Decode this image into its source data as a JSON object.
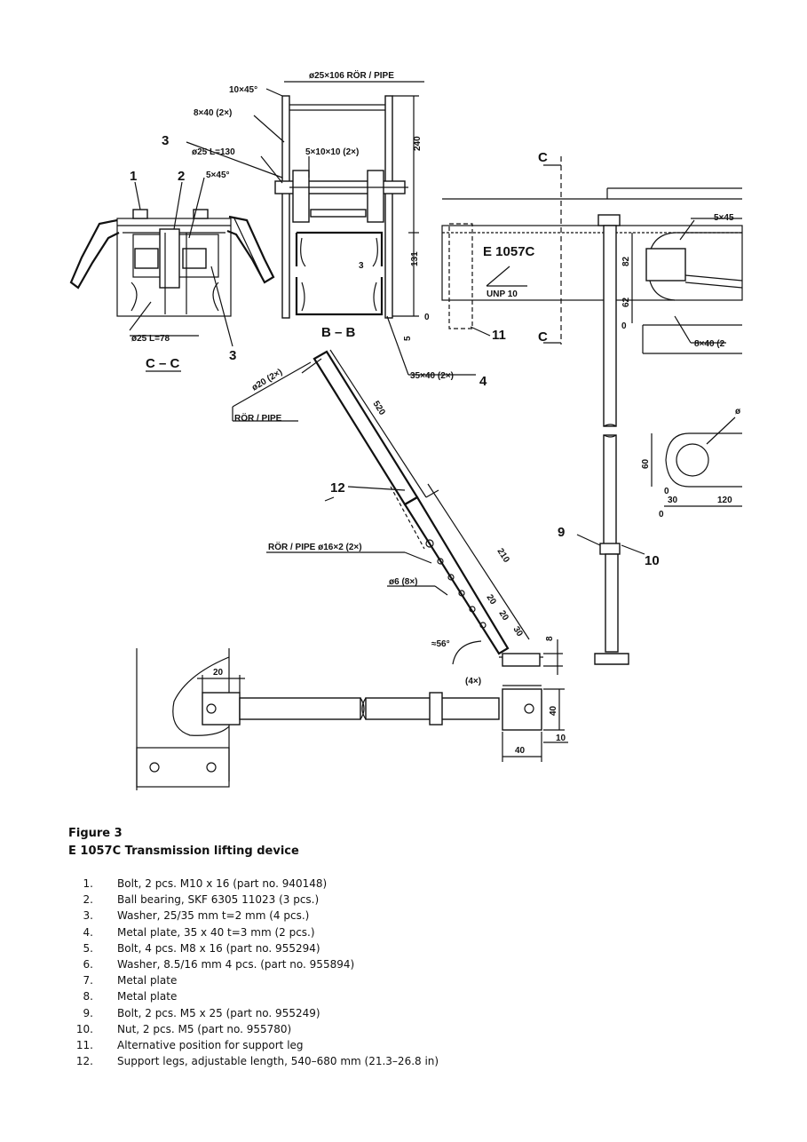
{
  "caption": {
    "figure": "Figure 3",
    "title": "E 1057C Transmission lifting device"
  },
  "parts": [
    {
      "num": "1.",
      "text": "Bolt, 2 pcs. M10 x 16 (part no. 940148)"
    },
    {
      "num": "2.",
      "text": "Ball bearing, SKF 6305 11023 (3 pcs.)"
    },
    {
      "num": "3.",
      "text": "Washer, 25/35 mm t=2 mm (4 pcs.)"
    },
    {
      "num": "4.",
      "text": "Metal plate, 35 x 40 t=3 mm (2 pcs.)"
    },
    {
      "num": "5.",
      "text": "Bolt, 4 pcs. M8 x 16 (part no. 955294)"
    },
    {
      "num": "6.",
      "text": "Washer, 8.5/16 mm 4 pcs. (part no. 955894)"
    },
    {
      "num": "7.",
      "text": "Metal plate"
    },
    {
      "num": "8.",
      "text": "Metal plate"
    },
    {
      "num": "9.",
      "text": "Bolt, 2 pcs. M5 x 25 (part no. 955249)"
    },
    {
      "num": "10.",
      "text": "Nut, 2 pcs. M5 (part no. 955780)"
    },
    {
      "num": "11.",
      "text": "Alternative position for support leg"
    },
    {
      "num": "12.",
      "text": "Support legs, adjustable length, 540–680 mm (21.3–26.8 in)"
    }
  ],
  "drawing": {
    "dims": {
      "pipe_top": "ø25×106  RÖR / PIPE",
      "chamfer_top": "10×45°",
      "plate_8x40": "8×40 (2×)",
      "shaft": "ø25  L=130",
      "key": "5×10×10 (2×)",
      "chamfer_5": "5×45°",
      "d240": "240",
      "d131": "131",
      "d3": "3",
      "d0": "0",
      "d5": "5",
      "plate_35x40": "35×40 (2×)",
      "shaft_78": "ø25  L=78",
      "pipe_20": "ø20 (2×)",
      "rorpipe": "RÖR / PIPE",
      "d520": "520",
      "pipe_16": "RÖR / PIPE   ø16×2  (2×)",
      "hole_6": "ø6  (8×)",
      "d210": "210",
      "d20a": "20",
      "d20b": "20",
      "d30": "30",
      "angle": "≈56°",
      "d8": "8",
      "d4x": "(4×)",
      "d20c": "20",
      "d40a": "40",
      "d40b": "40",
      "d10": "10",
      "section_c": "C",
      "section_c2": "C",
      "section_label": "C – C",
      "section_bb": "B – B",
      "e1057c": "E 1057C",
      "unp": "UNP 10",
      "d82": "82",
      "d62": "62",
      "d5x45": "5×45",
      "plate_8x40b": "8×40 (2",
      "d60": "60",
      "d0b": "0",
      "d30b": "30",
      "d120": "120",
      "d0c": "0",
      "d0d": "0",
      "phi": "ø"
    },
    "callouts": [
      "1",
      "2",
      "3",
      "3",
      "4",
      "9",
      "10",
      "11",
      "12"
    ]
  }
}
